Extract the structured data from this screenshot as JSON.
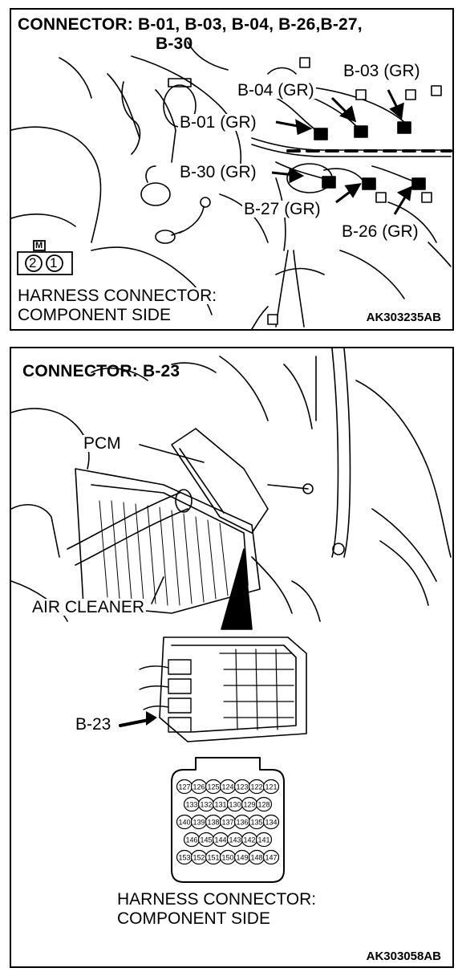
{
  "panel1": {
    "title_line1": "CONNECTOR: B-01, B-03, B-04, B-26,B-27,",
    "title_line2": "B-30",
    "callouts": {
      "b03": "B-03 (GR)",
      "b04": "B-04 (GR)",
      "b01": "B-01 (GR)",
      "b30": "B-30 (GR)",
      "b27": "B-27 (GR)",
      "b26": "B-26 (GR)"
    },
    "pin_header": "M",
    "pins": [
      "2",
      "1"
    ],
    "caption_line1": "HARNESS CONNECTOR:",
    "caption_line2": "COMPONENT SIDE",
    "code": "AK303235AB"
  },
  "panel2": {
    "title": "CONNECTOR: B-23",
    "label_pcm": "PCM",
    "label_air_cleaner": "AIR CLEANER",
    "label_b23": "B-23",
    "pin_rows": [
      [
        "127",
        "126",
        "125",
        "124",
        "123",
        "122",
        "121"
      ],
      [
        "133",
        "132",
        "131",
        "130",
        "129",
        "128"
      ],
      [
        "140",
        "139",
        "138",
        "137",
        "136",
        "135",
        "134"
      ],
      [
        "146",
        "145",
        "144",
        "143",
        "142",
        "141"
      ],
      [
        "153",
        "152",
        "151",
        "150",
        "149",
        "148",
        "147"
      ]
    ],
    "caption_line1": "HARNESS CONNECTOR:",
    "caption_line2": "COMPONENT SIDE",
    "code": "AK303058AB"
  }
}
